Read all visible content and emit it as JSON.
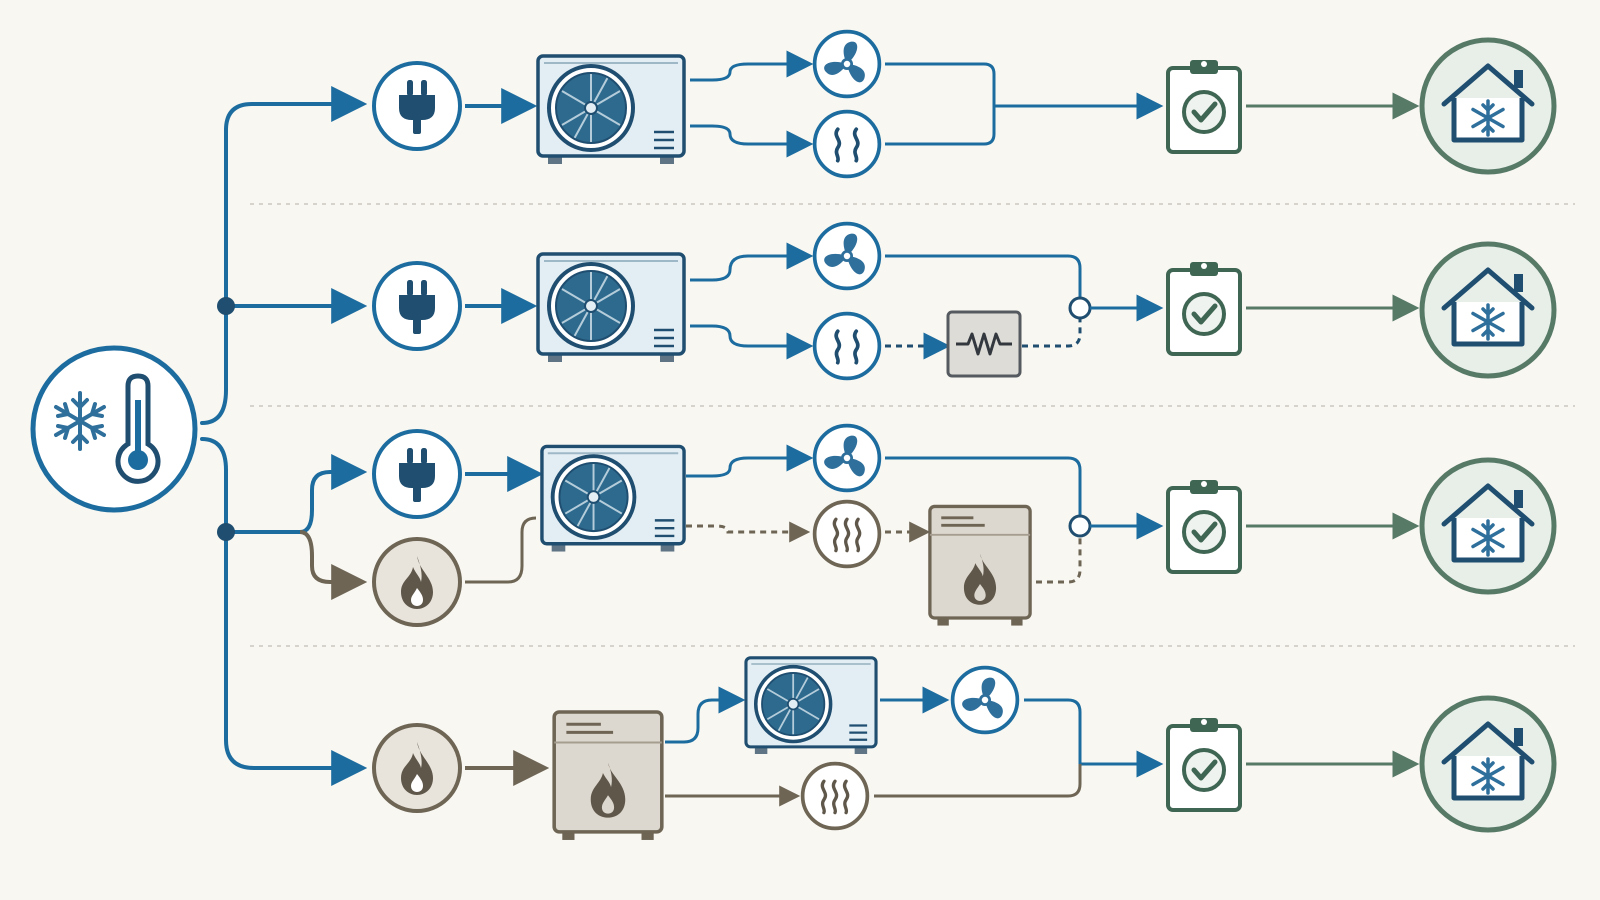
{
  "colors": {
    "background": "#f8f7f1",
    "blue": "#1d6c9f",
    "navy": "#1f4e70",
    "fan_blue": "#2f6f9b",
    "gas_brown": "#6e6555",
    "gas_fill": "#e8e4dc",
    "gas_icon": "#5f574a",
    "unit_fill": "#e3eef4",
    "check_green": "#3f6553",
    "house_green": "#577a67",
    "house_fill": "#e8efe9",
    "divider": "#c9c7bf"
  },
  "icons": {
    "source": [
      "snowflake-icon",
      "thermometer-icon"
    ],
    "power": "electric-plug-icon",
    "fuel": "gas-flame-icon",
    "outdoor_unit": "heat-pump-fan-icon",
    "fan": "fan-icon",
    "heat": "heat-waves-icon",
    "resistor": "resistance-heater-icon",
    "furnace": "gas-furnace-icon",
    "check": "clipboard-check-icon",
    "destination": "house-snowflake-icon"
  },
  "rows": [
    {
      "id": "row-1",
      "power": [
        "electric"
      ],
      "heater": "none",
      "merge_style": "solid"
    },
    {
      "id": "row-2",
      "power": [
        "electric"
      ],
      "heater": "electric-resistance",
      "merge_style": "dashed"
    },
    {
      "id": "row-3",
      "power": [
        "electric",
        "gas"
      ],
      "heater": "gas-furnace",
      "merge_style": "dashed"
    },
    {
      "id": "row-4",
      "power": [
        "gas"
      ],
      "heater": "gas-furnace-primary",
      "merge_style": "solid"
    }
  ]
}
